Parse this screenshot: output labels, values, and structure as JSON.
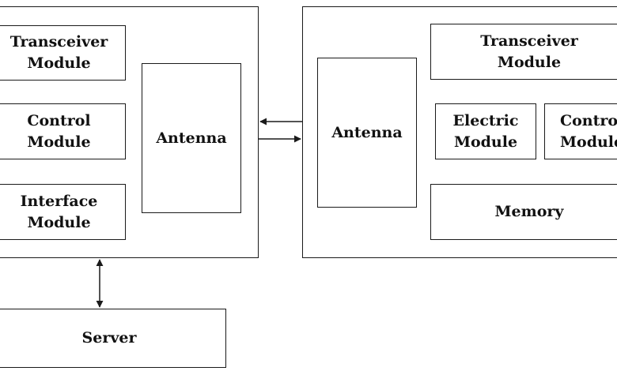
{
  "reader": {
    "transceiver_module": "Transceiver\nModule",
    "control_module": "Control\nModule",
    "interface_module": "Interface\nModule",
    "antenna": "Antenna"
  },
  "tag": {
    "antenna": "Antenna",
    "transceiver_module": "Transceiver\nModule",
    "electric_module": "Electric\nModule",
    "control_module": "Control\nModule",
    "memory": "Memory"
  },
  "server": {
    "label": "Server"
  },
  "colors": {
    "line": "#1a1a1a",
    "background": "#ffffff",
    "text": "#111111"
  }
}
